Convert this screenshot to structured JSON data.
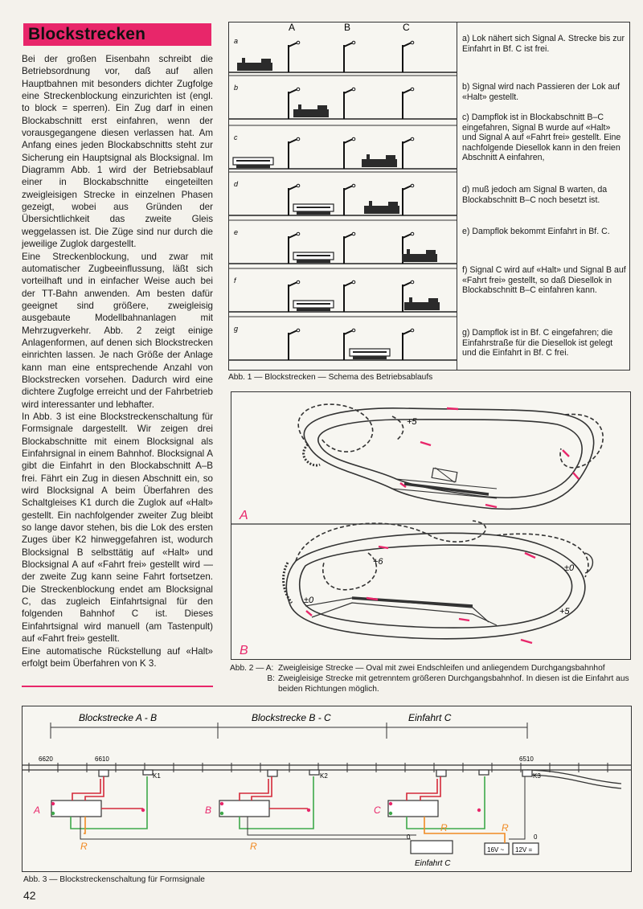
{
  "title": "Blockstrecken",
  "body_paragraphs": [
    "Bei der großen Eisenbahn schreibt die Betriebsordnung vor, daß auf allen Hauptbahnen mit besonders dichter Zugfolge eine Streckenblockung einzurichten ist (engl. to block = sperren). Ein Zug darf in einen Blockabschnitt erst einfahren, wenn der vorausgegangene diesen verlassen hat. Am Anfang eines jeden Blockabschnitts steht zur Sicherung ein Hauptsignal als Blocksignal. Im Diagramm Abb. 1 wird der Betriebsablauf einer in Blockabschnitte eingeteilten zweigleisigen Strecke in einzelnen Phasen gezeigt, wobei aus Gründen der Übersichtlichkeit das zweite Gleis weggelassen ist. Die Züge sind nur durch die jeweilige Zuglok dargestellt.",
    "Eine Streckenblockung, und zwar mit automatischer Zugbeeinflussung, läßt sich vorteilhaft und in einfacher Weise auch bei der TT-Bahn anwenden. Am besten dafür geeignet sind größere, zweigleisig ausgebaute Modellbahnanlagen mit Mehrzugverkehr. Abb. 2 zeigt einige Anlagenformen, auf denen sich Blockstrecken einrichten lassen. Je nach Größe der Anlage kann man eine entsprechende Anzahl von Blockstrecken vorsehen. Dadurch wird eine dichtere Zugfolge erreicht und der Fahrbetrieb wird interessanter und lebhafter.",
    "In Abb. 3 ist eine Blockstreckenschaltung für Formsignale dargestellt. Wir zeigen drei Blockabschnitte mit einem Blocksignal als Einfahrsignal in einem Bahnhof. Blocksignal A gibt die Einfahrt in den Blockabschnitt A–B frei. Fährt ein Zug in diesen Abschnitt ein, so wird Blocksignal A beim Überfahren des Schaltgleises K1 durch die Zuglok auf «Halt» gestellt. Ein nachfolgender zweiter Zug bleibt so lange davor stehen, bis die Lok des ersten Zuges über K2 hinweggefahren ist, wodurch Blocksignal B selbsttätig auf «Halt» und Blocksignal A auf «Fahrt frei» gestellt wird — der zweite Zug kann seine Fahrt fortsetzen. Die Streckenblockung endet am Blocksignal C, das zugleich Einfahrtsignal für den folgenden Bahnhof C ist. Dieses Einfahrtsignal wird manuell (am Tastenpult) auf «Fahrt frei» gestellt.",
    "Eine automatische Rückstellung auf «Halt» erfolgt beim Überfahren von K 3."
  ],
  "fig1": {
    "column_labels": [
      "A",
      "B",
      "C"
    ],
    "row_labels": [
      "a",
      "b",
      "c",
      "d",
      "e",
      "f",
      "g"
    ],
    "steps": [
      "a) Lok nähert sich Signal A. Strecke bis zur Einfahrt in Bf. C ist frei.",
      "b) Signal wird nach Passieren der Lok auf «Halt» gestellt.",
      "c) Dampflok ist in Blockabschnitt B–C eingefahren, Signal B wurde auf «Halt» und Signal A auf «Fahrt frei» gestellt. Eine nachfolgende Diesellok kann in den freien Abschnitt A einfahren,",
      "d) muß jedoch am Signal B warten, da Blockabschnitt B–C noch besetzt ist.",
      "e) Dampflok bekommt Einfahrt in Bf. C.",
      "f) Signal C wird auf «Halt» und Signal B auf «Fahrt frei» gestellt, so daß Diesellok in Blockabschnitt B–C einfahren kann.",
      "g) Dampflok ist in Bf. C eingefahren; die Einfahrstraße für die Diesellok ist gelegt und die Einfahrt in Bf. C frei."
    ],
    "caption": "Abb. 1 — Blockstrecken — Schema des Betriebsablaufs"
  },
  "fig2": {
    "panel_a_label": "A",
    "panel_b_label": "B",
    "marks_a": [
      "+5"
    ],
    "marks_b": [
      "+6",
      "±0",
      "±0",
      "+5"
    ],
    "caption_label": "Abb. 2 — A:",
    "caption_a": "Zweigleisige Strecke — Oval mit zwei Endschleifen und anliegendem Durchgangsbahnhof",
    "caption_b_label": "B:",
    "caption_b": "Zweigleisige Strecke mit getrenntem größeren Durchgangsbahnhof. In diesen ist die Einfahrt aus beiden Richtungen möglich."
  },
  "fig3": {
    "sections": [
      "Blockstrecke  A - B",
      "Blockstrecke  B - C",
      "Einfahrt  C"
    ],
    "track_numbers": [
      "6620",
      "6610",
      "6510"
    ],
    "contacts": [
      "K1",
      "K2",
      "K3"
    ],
    "signals": [
      "A",
      "B",
      "C"
    ],
    "relay_label": "R",
    "panel_label": "Einfahrt  C",
    "terminal_0": "0",
    "supply_ac": "16V ~",
    "supply_dc": "12V ="
  },
  "fig3_caption": "Abb. 3 — Blockstreckenschaltung für Formsignale",
  "page_number": "42",
  "colors": {
    "accent": "#e8266a",
    "relay_orange": "#f08a24",
    "wire_green": "#3ea84a",
    "wire_red": "#d42a3a"
  }
}
